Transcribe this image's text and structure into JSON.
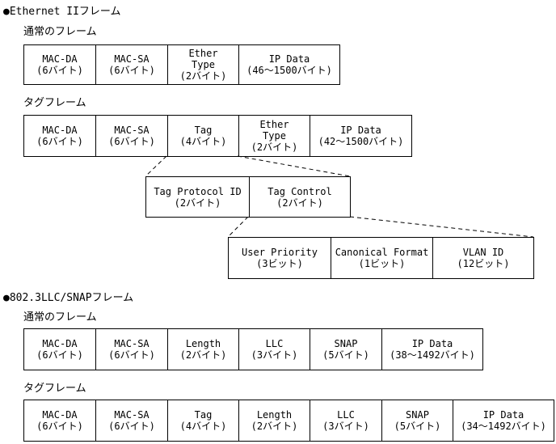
{
  "sections": [
    {
      "title": "●Ethernet IIフレーム",
      "normal": {
        "label": "通常のフレーム",
        "fields": [
          {
            "name": "MAC-DA",
            "size": "(6バイト)"
          },
          {
            "name": "MAC-SA",
            "size": "(6バイト)"
          },
          {
            "name": "Ether\nType",
            "name_lines": [
              "Ether",
              "Type"
            ],
            "size": "(2バイト)"
          },
          {
            "name": "IP Data",
            "size": "(46～1500バイト)"
          }
        ]
      },
      "tagged": {
        "label": "タグフレーム",
        "fields": [
          {
            "name": "MAC-DA",
            "size": "(6バイト)"
          },
          {
            "name": "MAC-SA",
            "size": "(6バイト)"
          },
          {
            "name": "Tag",
            "size": "(4バイト)"
          },
          {
            "name_lines": [
              "Ether",
              "Type"
            ],
            "size": "(2バイト)"
          },
          {
            "name": "IP Data",
            "size": "(42～1500バイト)"
          }
        ]
      },
      "tag_detail": {
        "fields": [
          {
            "name": "Tag Protocol ID",
            "size": "(2バイト)"
          },
          {
            "name": "Tag Control",
            "size": "(2バイト)"
          }
        ]
      },
      "tag_control_detail": {
        "fields": [
          {
            "name": "User Priority",
            "size": "(3ビット)"
          },
          {
            "name": "Canonical Format",
            "size": "(1ビット)"
          },
          {
            "name": "VLAN ID",
            "size": "(12ビット)"
          }
        ]
      }
    },
    {
      "title": "●802.3LLC/SNAPフレーム",
      "normal": {
        "label": "通常のフレーム",
        "fields": [
          {
            "name": "MAC-DA",
            "size": "(6バイト)"
          },
          {
            "name": "MAC-SA",
            "size": "(6バイト)"
          },
          {
            "name": "Length",
            "size": "(2バイト)"
          },
          {
            "name": "LLC",
            "size": "(3バイト)"
          },
          {
            "name": "SNAP",
            "size": "(5バイト)"
          },
          {
            "name": "IP Data",
            "size": "(38～1492バイト)"
          }
        ]
      },
      "tagged": {
        "label": "タグフレーム",
        "fields": [
          {
            "name": "MAC-DA",
            "size": "(6バイト)"
          },
          {
            "name": "MAC-SA",
            "size": "(6バイト)"
          },
          {
            "name": "Tag",
            "size": "(4バイト)"
          },
          {
            "name": "Length",
            "size": "(2バイト)"
          },
          {
            "name": "LLC",
            "size": "(3バイト)"
          },
          {
            "name": "SNAP",
            "size": "(5バイト)"
          },
          {
            "name": "IP Data",
            "size": "(34～1492バイト)"
          }
        ]
      }
    }
  ]
}
